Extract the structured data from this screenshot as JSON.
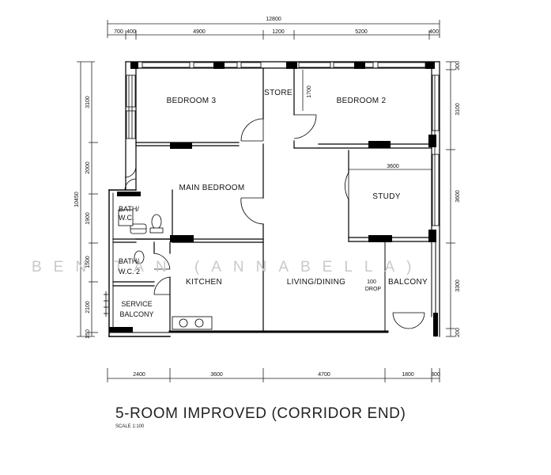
{
  "plan": {
    "title": "5-ROOM IMPROVED (CORRIDOR END)",
    "scale": "SCALE 1:100",
    "watermark": "BEN   TAN  (ANNABELLA)",
    "rooms": {
      "bedroom3": "BEDROOM 3",
      "store": "STORE",
      "bedroom2": "BEDROOM 2",
      "main_bedroom": "MAIN BEDROOM",
      "study": "STUDY",
      "bath1_line1": "BATH/",
      "bath1_line2": "W.C.",
      "bath2_line1": "BATH/",
      "bath2_line2": "W.C. 2",
      "kitchen": "KITCHEN",
      "living_dining": "LIVING/DINING",
      "balcony": "BALCONY",
      "service_line1": "SERVICE",
      "service_line2": "BALCONY"
    },
    "notes": {
      "drop_value": "100",
      "drop_label": "DROP"
    },
    "dimensions": {
      "overall_width": "12800",
      "overall_height": "10450",
      "top": [
        "700",
        "400",
        "4900",
        "1200",
        "5200",
        "400"
      ],
      "bottom": [
        "2400",
        "3600",
        "4700",
        "1800",
        "300"
      ],
      "left": [
        "3100",
        "2000",
        "1900",
        "1500",
        "2100",
        "150"
      ],
      "right": [
        "300",
        "3100",
        "3600",
        "3300",
        "200"
      ],
      "store_depth": "1700",
      "study_width": "3600"
    }
  }
}
